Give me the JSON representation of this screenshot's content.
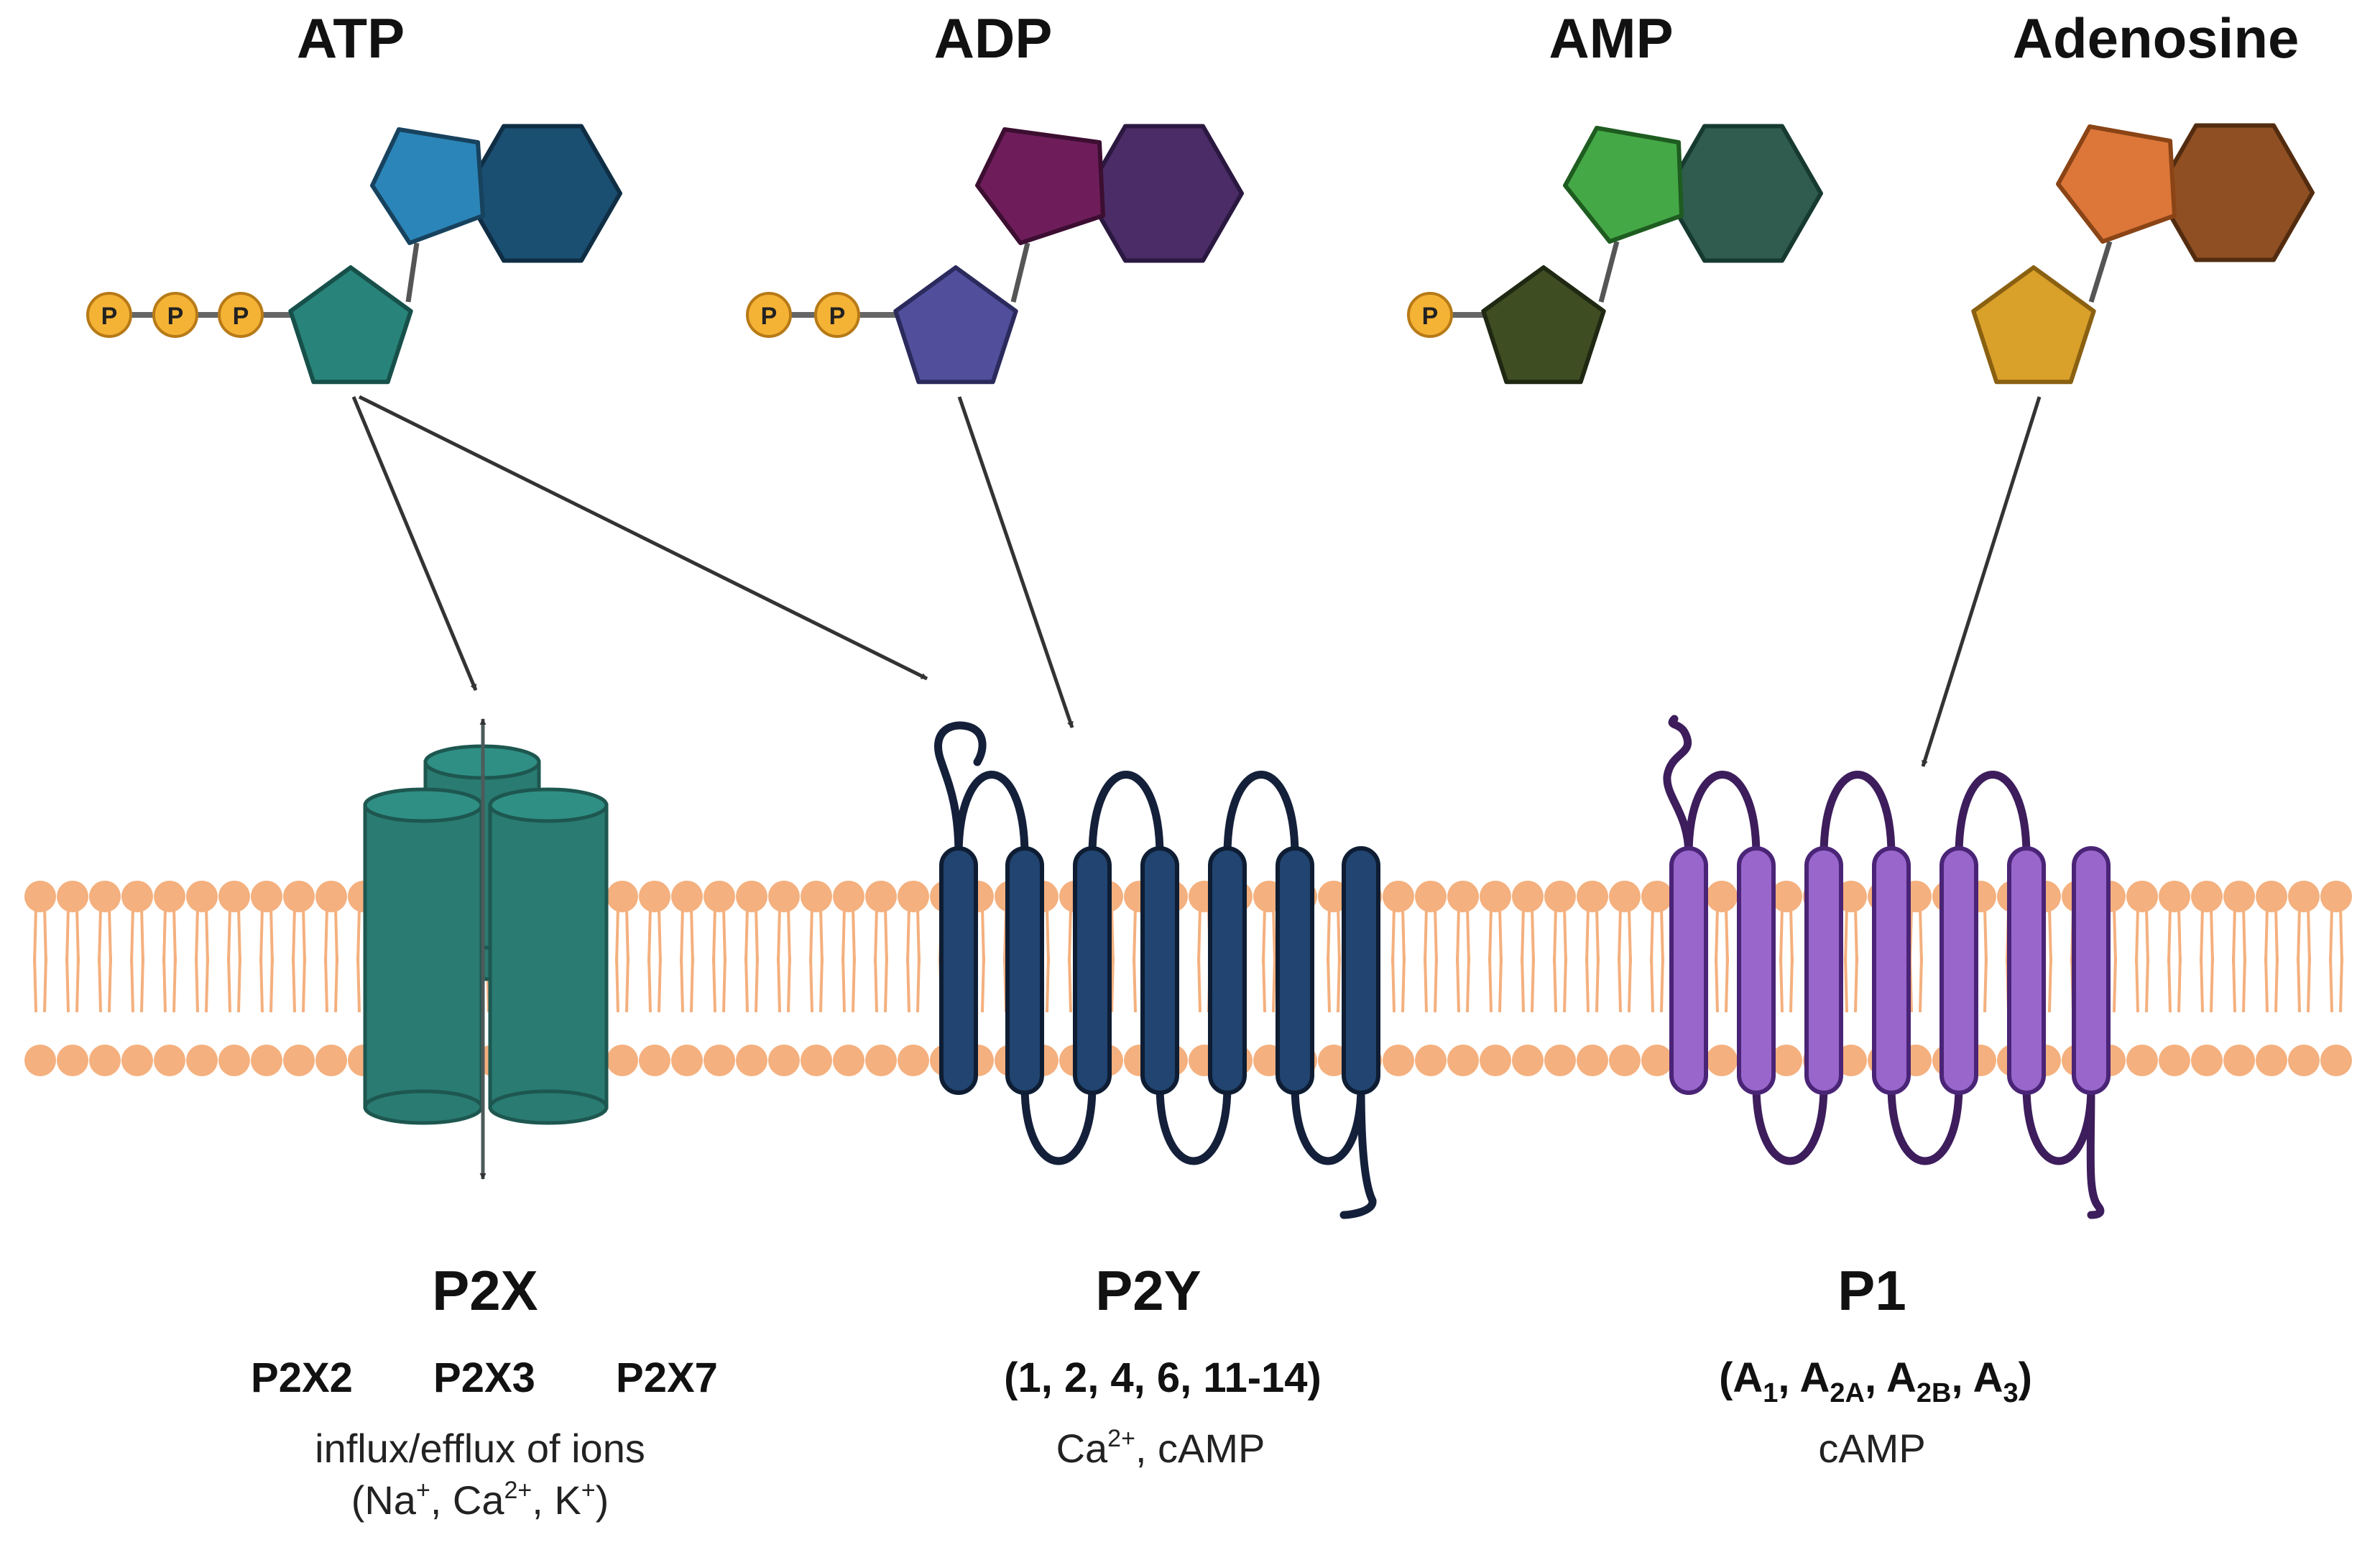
{
  "ligands": {
    "atp": {
      "label": "ATP",
      "phosphate_count": 3
    },
    "adp": {
      "label": "ADP",
      "phosphate_count": 2
    },
    "amp": {
      "label": "AMP",
      "phosphate_count": 1
    },
    "adenosine": {
      "label": "Adenosine",
      "phosphate_count": 0
    }
  },
  "phosphate_label": "P",
  "receptors": {
    "p2x": {
      "title": "P2X",
      "subtypes": [
        "P2X2",
        "P2X3",
        "P2X7"
      ],
      "effect_line1": "influx/efflux of ions",
      "effect_line2": {
        "open": "(Na",
        "sup1": "+",
        "mid1": ", Ca",
        "sup2": "2+",
        "mid2": ", K",
        "sup3": "+",
        "close": ")"
      }
    },
    "p2y": {
      "title": "P2Y",
      "subtypes": "(1, 2, 4, 6, 11-14)",
      "effect": {
        "pre": "Ca",
        "sup": "2+",
        "post": ", cAMP"
      }
    },
    "p1": {
      "title": "P1",
      "subtypes": {
        "open": "(A",
        "s1": "1",
        "c1": ", A",
        "s2": "2A",
        "c2": ", A",
        "s3": "2B",
        "c3": ", A",
        "s4": "3",
        "close": ")"
      },
      "effect": "cAMP"
    }
  },
  "colors": {
    "membrane": "#f4b07e",
    "p2x": "#2a7b72",
    "p2y": "#214470",
    "p1": "#9966cc",
    "arrow": "#333333"
  },
  "icons": [
    "phosphate-icon",
    "ribose-pentagon-icon",
    "purine-ring-icon",
    "ion-channel-icon",
    "gpcr-icon"
  ]
}
